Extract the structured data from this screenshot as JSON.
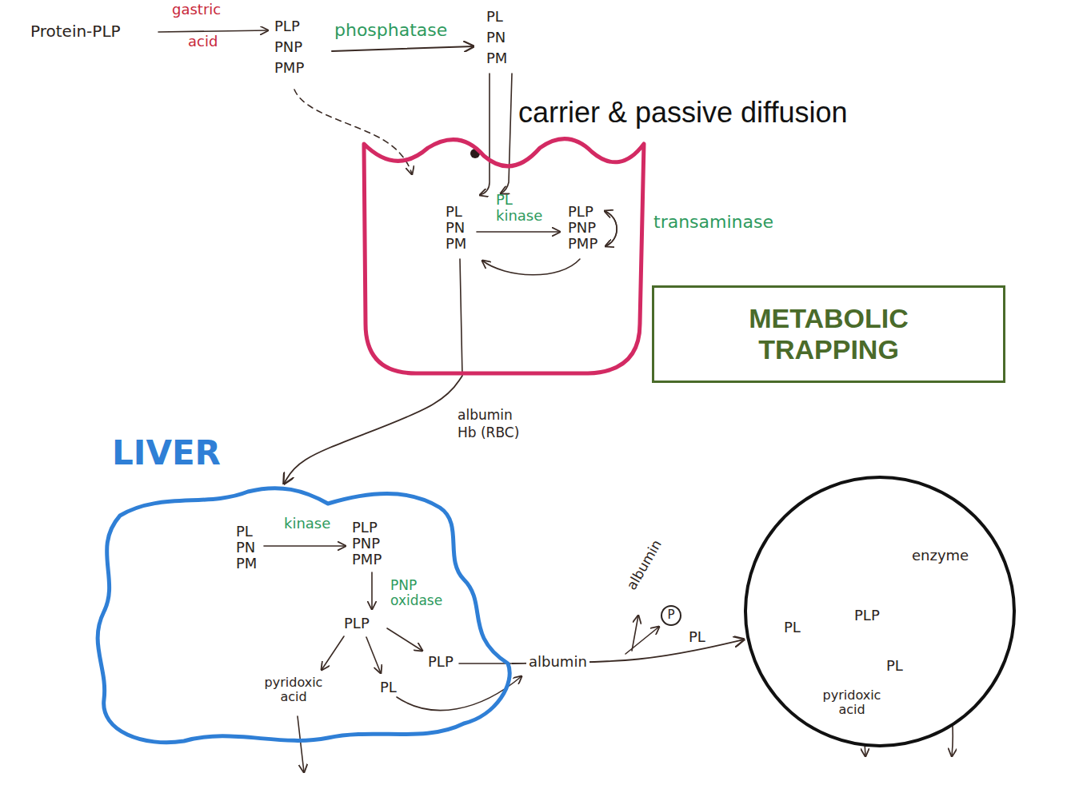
{
  "diagram": {
    "nodes": [
      {
        "text": [
          "PL PN PM",
          "PL kinase",
          "PLP PNP PMP",
          "transaminase"
        ]
      },
      {
        "text": [
          "METABOLIC TRAPPING"
        ]
      },
      {
        "text": [
          "LIVER",
          "PL PN PM",
          "kinase",
          "PLP PNP PMP",
          "PNP oxidase",
          "PLP",
          "pyridoxic acid",
          "PL",
          "PLP"
        ]
      },
      {
        "text": [
          "P"
        ]
      },
      {
        "text": [
          "PL",
          "PLP",
          "enzyme",
          "PL",
          "pyridoxic acid"
        ]
      }
    ],
    "edges": [
      {
        "from": 0,
        "to": 2,
        "arrow": "to"
      },
      {
        "from": 2,
        "to": 4,
        "arrow": "to"
      }
    ],
    "labels": [
      "Protein-PLP",
      "gastric",
      "acid",
      "PLP PNP PMP",
      "phosphatase",
      "PL PN PM",
      "carrier & passive diffusion",
      "albumin Hb (RBC)",
      "albumin",
      "albumin",
      "PL"
    ]
  }
}
